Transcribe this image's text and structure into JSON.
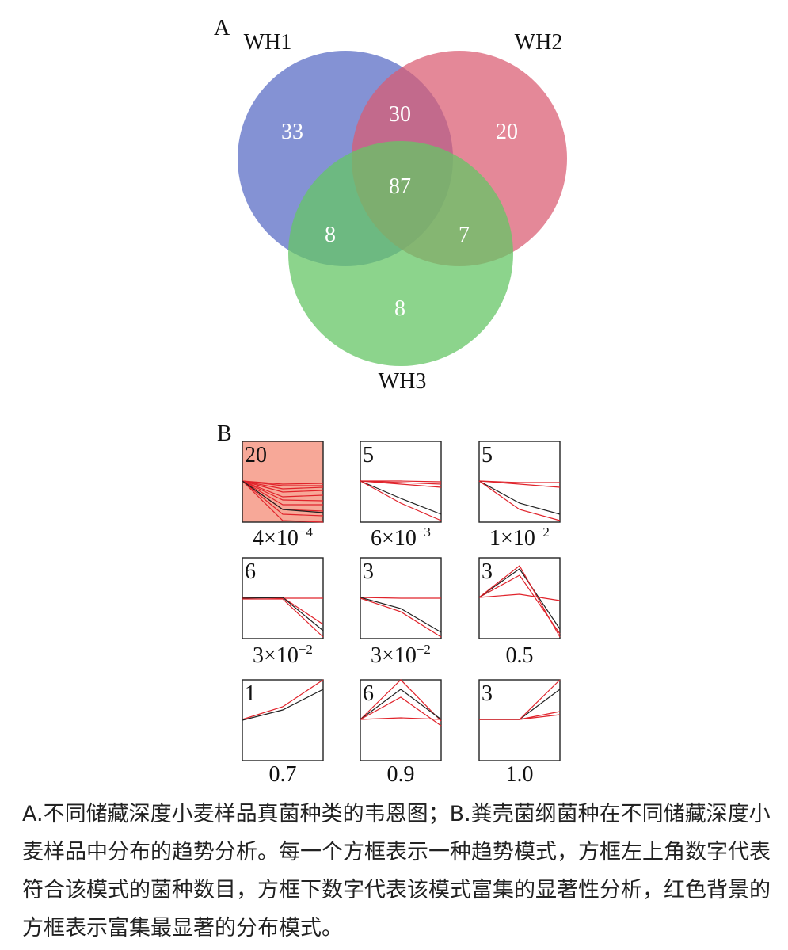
{
  "panel_a": {
    "label": "A",
    "sets": [
      {
        "name": "WH1",
        "color": "#6f7fcc"
      },
      {
        "name": "WH2",
        "color": "#d95a70"
      },
      {
        "name": "WH3",
        "color": "#66c666"
      }
    ],
    "regions": {
      "wh1_only": "33",
      "wh2_only": "20",
      "wh3_only": "8",
      "wh1_wh2": "30",
      "wh1_wh3": "8",
      "wh2_wh3": "7",
      "all_three": "87"
    }
  },
  "panel_b": {
    "label": "B",
    "highlight_color": "#f7a898",
    "line_colors": {
      "red": "#e0232b",
      "black": "#222222"
    },
    "boxes": [
      {
        "count": "20",
        "significance": "4×10",
        "exponent": "−4",
        "highlight": true
      },
      {
        "count": "5",
        "significance": "6×10",
        "exponent": "−3",
        "highlight": false
      },
      {
        "count": "5",
        "significance": "1×10",
        "exponent": "−2",
        "highlight": false
      },
      {
        "count": "6",
        "significance": "3×10",
        "exponent": "−2",
        "highlight": false
      },
      {
        "count": "3",
        "significance": "3×10",
        "exponent": "−2",
        "highlight": false
      },
      {
        "count": "3",
        "significance": "0.5",
        "exponent": "",
        "highlight": false
      },
      {
        "count": "1",
        "significance": "0.7",
        "exponent": "",
        "highlight": false
      },
      {
        "count": "6",
        "significance": "0.9",
        "exponent": "",
        "highlight": false
      },
      {
        "count": "3",
        "significance": "1.0",
        "exponent": "",
        "highlight": false
      }
    ]
  },
  "caption": "A.不同储藏深度小麦样品真菌种类的韦恩图；B.粪壳菌纲菌种在不同储藏深度小麦样品中分布的趋势分析。每一个方框表示一种趋势模式，方框左上角数字代表符合该模式的菌种数目，方框下数字代表该模式富集的显著性分析，红色背景的方框表示富集最显著的分布模式。"
}
